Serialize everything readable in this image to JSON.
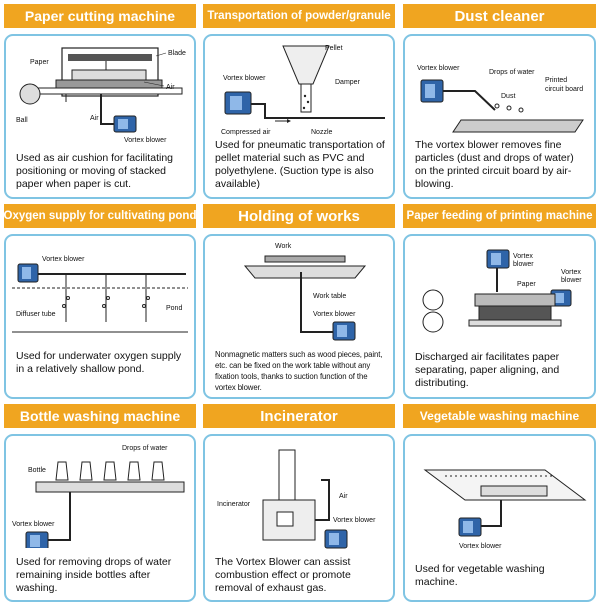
{
  "panels": [
    {
      "title": "Paper cutting machine",
      "labels": {
        "paper": "Paper",
        "blade": "Blade",
        "air_top": "Air",
        "air": "Air",
        "ball": "Ball",
        "blower": "Vortex blower"
      },
      "caption": "Used as air cushion for facilitating positioning or moving of stacked paper when paper is cut."
    },
    {
      "title": "Transportation of powder/granule",
      "labels": {
        "pellet": "Pellet",
        "blower": "Vortex blower",
        "damper": "Damper",
        "compressed": "Compressed air",
        "nozzle": "Nozzle"
      },
      "caption": "Used for pneumatic transportation of pellet material such as PVC and polyethylene. (Suction type is also available)"
    },
    {
      "title": "Dust cleaner",
      "labels": {
        "blower": "Vortex blower",
        "drops": "Drops of water",
        "dust": "Dust",
        "board1": "Printed",
        "board2": "circuit board"
      },
      "caption": "The vortex blower removes fine particles (dust and drops of water) on the printed circuit board by air-blowing."
    },
    {
      "title": "Oxygen supply for cultivating pond",
      "labels": {
        "blower": "Vortex blower",
        "diffuser": "Diffuser tube",
        "pond": "Pond"
      },
      "caption": "Used for underwater oxygen supply in a relatively shallow pond."
    },
    {
      "title": "Holding of works",
      "labels": {
        "work": "Work",
        "table": "Work table",
        "blower": "Vortex blower"
      },
      "caption": "Nonmagnetic matters such as wood pieces, paint, etc. can be fixed on the work table without any fixation tools, thanks to suction function of the vortex blower."
    },
    {
      "title": "Paper feeding of printing machine",
      "labels": {
        "blower1a": "Vortex",
        "blower1b": "blower",
        "blower2a": "Vortex",
        "blower2b": "blower",
        "paper": "Paper"
      },
      "caption": "Discharged air facilitates paper separating, paper aligning, and distributing."
    },
    {
      "title": "Bottle washing machine",
      "labels": {
        "bottle": "Bottle",
        "drops": "Drops of water",
        "blower": "Vortex blower"
      },
      "caption": "Used for removing drops of water remaining inside bottles after washing."
    },
    {
      "title": "Incinerator",
      "labels": {
        "incinerator": "Incinerator",
        "air": "Air",
        "blower": "Vortex blower"
      },
      "caption": "The Vortex Blower can assist combustion effect or promote removal of exhaust gas."
    },
    {
      "title": "Vegetable washing machine",
      "labels": {
        "blower": "Vortex blower"
      },
      "caption": "Used for vegetable washing machine."
    }
  ]
}
